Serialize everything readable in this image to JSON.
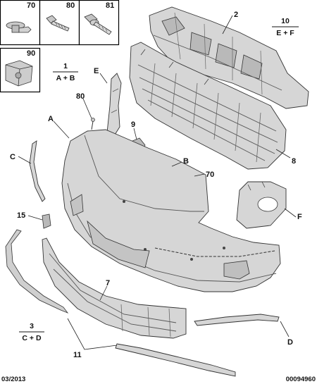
{
  "fastener_boxes": [
    {
      "label": "70",
      "icon": "push-clip-icon"
    },
    {
      "label": "80",
      "icon": "screw-icon"
    },
    {
      "label": "81",
      "icon": "flange-bolt-icon"
    },
    {
      "label": "90",
      "icon": "nut-clip-icon"
    }
  ],
  "references": {
    "r1": {
      "num": "1",
      "sub": "A + B"
    },
    "r3": {
      "num": "3",
      "sub": "C + D"
    },
    "r10": {
      "num": "10",
      "sub": "E + F"
    }
  },
  "callouts": {
    "c2": "2",
    "c8": "8",
    "cE": "E",
    "c80": "80",
    "cA": "A",
    "c9": "9",
    "cB": "B",
    "c70": "70",
    "cC": "C",
    "c15": "15",
    "cF": "F",
    "c7": "7",
    "cD": "D",
    "c11": "11"
  },
  "footer": {
    "date": "03/2013",
    "ref": "00094960"
  }
}
